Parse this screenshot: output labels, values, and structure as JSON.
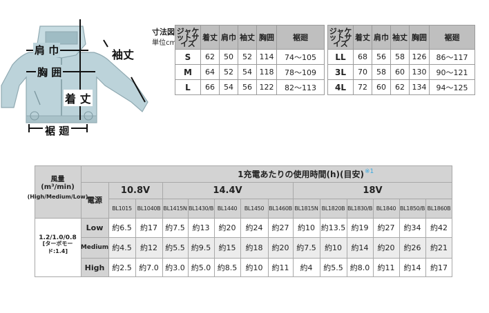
{
  "jacket": {
    "shoulder_label": "肩 巾",
    "chest_label": "胸 囲",
    "sleeve_label": "袖丈",
    "length_label": "着 丈",
    "hem_label": "裾 廻"
  },
  "size_table": {
    "title": "寸法図",
    "unit": "単位cm",
    "size_header": "ジャケットサイズ",
    "headers": [
      "着丈",
      "肩巾",
      "袖丈",
      "胸囲",
      "裾廻"
    ],
    "left_rows": [
      {
        "size": "S",
        "values": [
          "62",
          "50",
          "52",
          "114",
          "74〜105"
        ]
      },
      {
        "size": "M",
        "values": [
          "64",
          "52",
          "54",
          "118",
          "78〜109"
        ]
      },
      {
        "size": "L",
        "values": [
          "66",
          "54",
          "56",
          "122",
          "82〜113"
        ]
      }
    ],
    "right_rows": [
      {
        "size": "LL",
        "values": [
          "68",
          "56",
          "58",
          "126",
          "86〜117"
        ]
      },
      {
        "size": "3L",
        "values": [
          "70",
          "58",
          "60",
          "130",
          "90〜121"
        ]
      },
      {
        "size": "4L",
        "values": [
          "72",
          "60",
          "62",
          "134",
          "94〜125"
        ]
      }
    ]
  },
  "usage_table": {
    "airflow_header": "風量(m³/min)",
    "airflow_sub": "(High/Medium/Low)",
    "title": "1充電あたりの使用時間(h)(目安)",
    "footnote": "※1",
    "power_label": "電源",
    "voltages": [
      "10.8V",
      "14.4V",
      "18V"
    ],
    "models": [
      "BL1015",
      "BL1040B",
      "BL1415N",
      "BL1430/B",
      "BL1440",
      "BL1450",
      "BL1460B",
      "BL1815N",
      "BL1820B",
      "BL1830/B",
      "BL1840",
      "BL1850/B",
      "BL1860B"
    ],
    "airflow_value": "1.2/1.0/0.8",
    "turbo_note": "[ターボモード:1.4]",
    "rows": [
      {
        "mode": "Low",
        "values": [
          "約6.5",
          "約17",
          "約7.5",
          "約13",
          "約20",
          "約24",
          "約27",
          "約10",
          "約13.5",
          "約19",
          "約27",
          "約34",
          "約42"
        ]
      },
      {
        "mode": "Medium",
        "values": [
          "約4.5",
          "約12",
          "約5.5",
          "約9.5",
          "約15",
          "約18",
          "約20",
          "約7.5",
          "約10",
          "約14",
          "約20",
          "約26",
          "約21"
        ]
      },
      {
        "mode": "High",
        "values": [
          "約2.5",
          "約7.0",
          "約3.0",
          "約5.0",
          "約8.5",
          "約10",
          "約11",
          "約4",
          "約5.5",
          "約8.0",
          "約11",
          "約14",
          "約17"
        ]
      }
    ]
  }
}
